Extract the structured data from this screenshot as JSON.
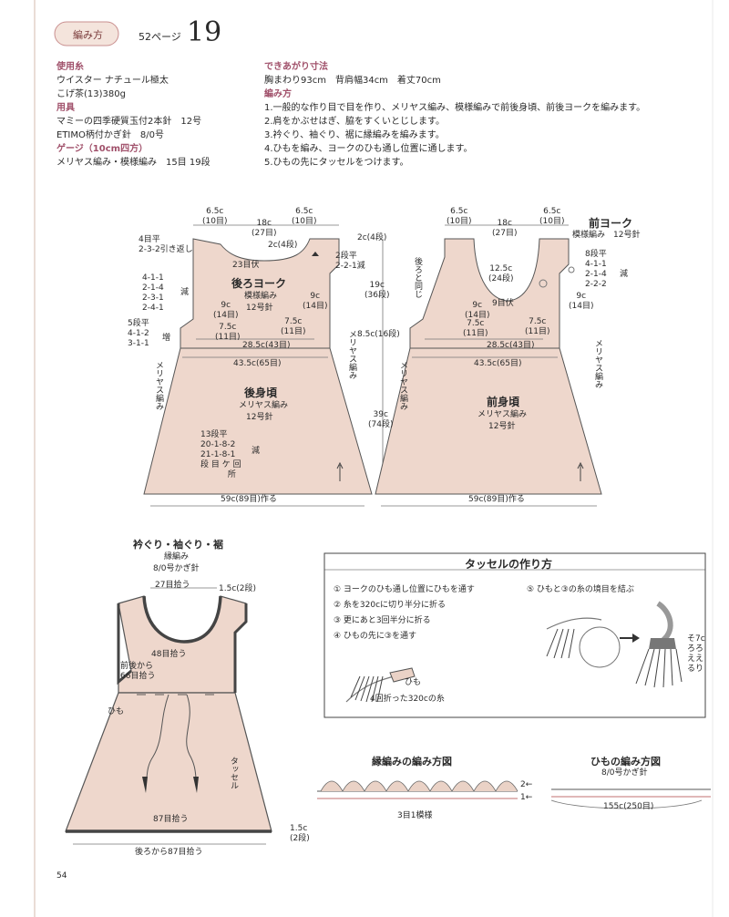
{
  "header": {
    "badge": "編み方",
    "page_ref": "52ページ",
    "pattern_no": "19"
  },
  "materials": {
    "yarn_head": "使用糸",
    "yarn_name": "ウイスター ナチュール極太",
    "yarn_color": "こげ茶(13)380g",
    "tools_head": "用具",
    "needle": "マミーの四季硬質玉付2本針　12号",
    "hook": "ETIMO柄付かぎ針　8/0号",
    "gauge_head": "ゲージ（10cm四方）",
    "gauge": "メリヤス編み・模様編み　15目 19段"
  },
  "finished": {
    "size_head": "できあがり寸法",
    "size": "胸まわり93cm　背肩幅34cm　着丈70cm",
    "method_head": "編み方",
    "steps": [
      "1.一般的な作り目で目を作り、メリヤス編み、模様編みで前後身頃、前後ヨークを編みます。",
      "2.肩をかぶせはぎ、脇をすくいとじします。",
      "3.衿ぐり、袖ぐり、裾に縁編みを編みます。",
      "4.ひもを編み、ヨークのひも通し位置に通します。",
      "5.ひもの先にタッセルをつけます。"
    ]
  },
  "back": {
    "yoke_title": "後ろヨーク",
    "yoke_stitch": "模様編み",
    "yoke_needle": "12号針",
    "body_title": "後身頃",
    "body_stitch": "メリヤス編み",
    "body_needle": "12号針",
    "top_left": "6.5c\n(10目)",
    "top_mid": "18c\n(27目)",
    "top_right": "6.5c\n(10目)",
    "neck_bind": "23目伏",
    "neck_rows": "2c(4段)",
    "neck_dec": "2段平\n2-2-1減",
    "shoulder_left": "4目平\n2-3-2引き返し",
    "right_2c": "2c(4段)",
    "dec_left": "4-1-1\n2-1-4\n2-3-1\n2-4-1",
    "dec_left_label": "減",
    "armhole_left": "9c\n(14目)",
    "armhole_right": "9c\n(14目)",
    "yoke_height": "19c\n(36段)",
    "inc_left": "5段平\n4-1-2\n3-1-1",
    "inc_label": "増",
    "inner_left": "7.5c\n(11目)",
    "inner_right": "7.5c\n(11目)",
    "height_85": "8.5c(16段)",
    "yoke_width": "28.5c(43目)",
    "body_width": "43.5c(65目)",
    "meriyasu_left": "メリヤス編み",
    "meriyasu_right": "メリヤス編み",
    "body_height": "39c\n(74段)",
    "side_dec": "13段平\n20-1-8-2\n21-1-8-1\n段 目 ケ 回\n　　　 所",
    "side_dec_label": "減",
    "hem_width": "59c(89目)作る"
  },
  "front": {
    "yoke_title": "前ヨーク",
    "yoke_stitch": "模様編み　12号針",
    "body_title": "前身頃",
    "body_stitch": "メリヤス編み",
    "body_needle": "12号針",
    "top_left": "6.5c\n(10目)",
    "top_mid": "18c\n(27目)",
    "top_right": "6.5c\n(10目)",
    "neck_depth": "12.5c\n(24段)",
    "neck_bind": "9目伏",
    "dec_right": "8段平\n4-1-1\n2-1-4\n2-2-2",
    "dec_label": "減",
    "same_as_back": "後ろと同じ",
    "armhole_left": "9c\n(14目)",
    "armhole_right": "9c\n(14目)",
    "inner_left": "7.5c\n(11目)",
    "inner_right": "7.5c\n(11目)",
    "yoke_width": "28.5c(43目)",
    "body_width": "43.5c(65目)",
    "meriyasu_left": "メリヤス編み",
    "meriyasu_right": "メリヤス編み",
    "hem_width": "59c(89目)作る"
  },
  "edging": {
    "title": "衿ぐり・袖ぐり・裾",
    "stitch": "縁編み",
    "hook": "8/0号かぎ針",
    "neck_pick": "27目拾う",
    "edge_width": "1.5c(2段)",
    "arm_pick": "48目拾う",
    "front_back": "前後から\n66目拾う",
    "himo": "ひも",
    "tassel": "タッセル",
    "hem_pick": "87目拾う",
    "hem_edge": "1.5c\n(2段)",
    "hem_back": "後ろから87目拾う"
  },
  "tassel_box": {
    "title": "タッセルの作り方",
    "s1": "① ヨークのひも通し位置にひもを通す",
    "s2": "② 糸を320cに切り半分に折る",
    "s3": "③ 更にあと3回半分に折る",
    "s4": "④ ひもの先に③を通す",
    "s5": "⑤ ひもと③の糸の境目を結ぶ",
    "himo": "ひも",
    "folded": "4回折った320cの糸",
    "cut": "そ7c\nろろ\nええ\nるり"
  },
  "edge_chart": {
    "title": "縁編みの編み方図",
    "pattern": "3目1模様",
    "r2": "2←",
    "r1": "1←"
  },
  "cord_chart": {
    "title": "ひもの編み方図",
    "hook": "8/0号かぎ針",
    "length": "155c(250目)"
  },
  "footer": {
    "page": "54"
  }
}
